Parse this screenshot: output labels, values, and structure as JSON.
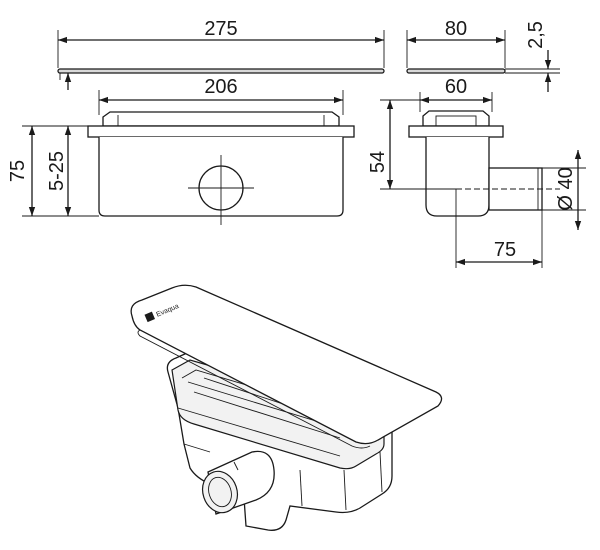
{
  "drawing": {
    "front_view": {
      "cover_width": "275",
      "inner_width": "206",
      "total_height": "75",
      "adjust_range": "5-25"
    },
    "side_view": {
      "cover_depth": "80",
      "cover_thickness": "2,5",
      "inner_depth": "60",
      "outlet_height": "54",
      "outlet_diameter": "Ø 40",
      "outlet_length": "75"
    },
    "isometric_view": {
      "brand_logo": "Evaqua"
    }
  }
}
